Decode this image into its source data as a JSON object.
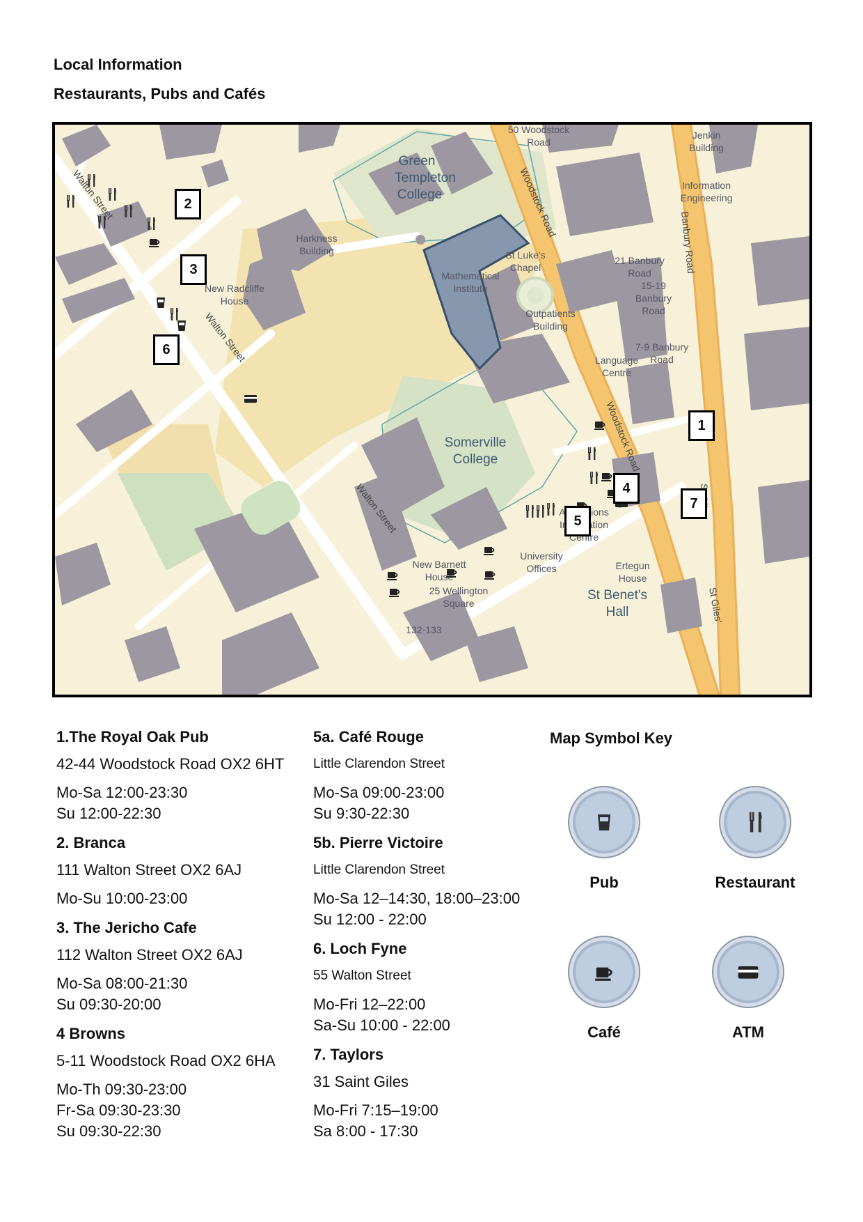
{
  "header": {
    "title": "Local Information",
    "subtitle": "Restaurants, Pubs and Cafés"
  },
  "map": {
    "labels": {
      "green_templeton_1": "Green",
      "green_templeton_2": "Templeton",
      "green_templeton_3": "College",
      "somerville_1": "Somerville",
      "somerville_2": "College",
      "st_benets_1": "St Benet's",
      "st_benets_2": "Hall",
      "harkness_1": "Harkness",
      "harkness_2": "Building",
      "new_radcliffe_1": "New Radcliffe",
      "new_radcliffe_2": "House",
      "math_1": "Mathematical",
      "math_2": "Institute",
      "st_lukes_1": "St Luke's",
      "st_lukes_2": "Chapel",
      "outpatients_1": "Outpatients",
      "outpatients_2": "Building",
      "language_1": "Language",
      "language_2": "Centre",
      "banbury21_1": "21 Banbury",
      "banbury21_2": "Road",
      "banbury15_1": "15-19",
      "banbury15_2": "Banbury",
      "banbury15_3": "Road",
      "banbury7_1": "7-9 Banbury",
      "banbury7_2": "Road",
      "woodstock50_1": "50 Woodstock",
      "woodstock50_2": "Road",
      "jenkin_1": "Jenkin",
      "jenkin_2": "Building",
      "info_eng_1": "Information",
      "info_eng_2": "Engineering",
      "admissions_1": "Admissions",
      "admissions_2": "Information",
      "admissions_3": "Centre",
      "university_1": "University",
      "university_2": "Offices",
      "new_barnett_1": "New Barnett",
      "new_barnett_2": "House",
      "wellington_1": "25 Wellington",
      "wellington_2": "Square",
      "ertegun_1": "Ertegun",
      "ertegun_2": "House",
      "num_132": "132-133",
      "walton_street": "Walton Street",
      "woodstock_road": "Woodstock Road",
      "banbury_road": "Banbury Road",
      "st_giles": "St Giles'"
    },
    "markers": [
      "1",
      "2",
      "3",
      "4",
      "5",
      "6",
      "7"
    ]
  },
  "listings": {
    "col1": [
      {
        "name": "1.The Royal Oak Pub",
        "address": "42-44 Woodstock Road OX2 6HT",
        "hours": [
          "Mo-Sa 12:00-23:30",
          "Su 12:00-22:30"
        ]
      },
      {
        "name": "2. Branca",
        "address": "111 Walton Street OX2 6AJ",
        "hours": [
          "Mo-Su 10:00-23:00"
        ]
      },
      {
        "name": "3. The Jericho Cafe",
        "address": "112 Walton Street OX2 6AJ",
        "hours": [
          "Mo-Sa 08:00-21:30",
          "Su 09:30-20:00"
        ]
      },
      {
        "name": "4 Browns",
        "address": "5-11 Woodstock Road OX2 6HA",
        "hours": [
          "Mo-Th 09:30-23:00",
          "Fr-Sa 09:30-23:30",
          "Su 09:30-22:30"
        ]
      }
    ],
    "col2": [
      {
        "name": "5a. Café Rouge",
        "address": "Little Clarendon Street",
        "hours": [
          "Mo-Sa 09:00-23:00",
          "Su 9:30-22:30"
        ]
      },
      {
        "name": "5b. Pierre Victoire",
        "address": "Little Clarendon Street",
        "hours": [
          "Mo-Sa 12–14:30, 18:00–23:00",
          "Su 12:00 - 22:00"
        ]
      },
      {
        "name": "6. Loch Fyne",
        "address": "55 Walton Street",
        "hours": [
          "Mo-Fri 12–22:00",
          "Sa-Su 10:00 - 22:00"
        ]
      },
      {
        "name": "7. Taylors",
        "address": "31 Saint Giles",
        "hours": [
          "Mo-Fri 7:15–19:00",
          "Sa 8:00 - 17:30"
        ]
      }
    ]
  },
  "key": {
    "title": "Map Symbol Key",
    "pub": "Pub",
    "restaurant": "Restaurant",
    "cafe": "Café",
    "atm": "ATM"
  }
}
